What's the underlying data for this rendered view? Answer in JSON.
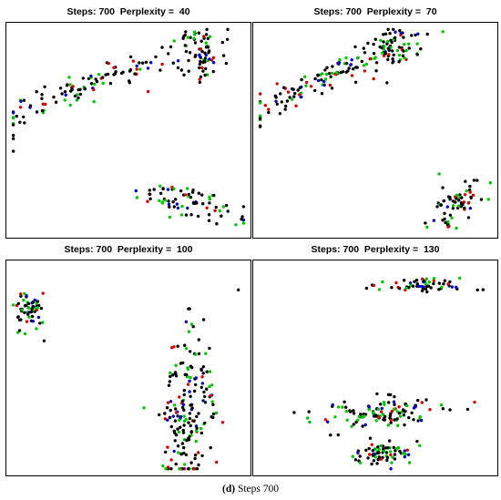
{
  "chart_data": [
    {
      "type": "scatter",
      "title": "Steps: 700  Perplexity =  40",
      "xlim": [
        0,
        100
      ],
      "ylim": [
        0,
        100
      ],
      "grid": false,
      "colors": {
        "black": "#000000",
        "green": "#00c800",
        "blue": "#0000cc",
        "red": "#dd0000"
      },
      "clusters": [
        {
          "cx": 30,
          "cy": 70,
          "sx": 22,
          "sy": 4,
          "n": 110,
          "tilt": 0.45
        },
        {
          "cx": 80,
          "cy": 87,
          "sx": 5,
          "sy": 6,
          "n": 70,
          "tilt": 0
        },
        {
          "cx": 76,
          "cy": 15,
          "sx": 11,
          "sy": 4,
          "n": 75,
          "tilt": -0.2
        }
      ]
    },
    {
      "type": "scatter",
      "title": "Steps: 700  Perplexity =  70",
      "xlim": [
        0,
        100
      ],
      "ylim": [
        0,
        100
      ],
      "grid": false,
      "colors": {
        "black": "#000000",
        "green": "#00c800",
        "blue": "#0000cc",
        "red": "#dd0000"
      },
      "clusters": [
        {
          "cx": 30,
          "cy": 76,
          "sx": 20,
          "sy": 4,
          "n": 120,
          "tilt": 0.45
        },
        {
          "cx": 57,
          "cy": 90,
          "sx": 5,
          "sy": 4,
          "n": 65,
          "tilt": 0
        },
        {
          "cx": 84,
          "cy": 13,
          "sx": 6,
          "sy": 6,
          "n": 70,
          "tilt": 0.6
        }
      ]
    },
    {
      "type": "scatter",
      "title": "Steps: 700  Perplexity =  100",
      "xlim": [
        0,
        100
      ],
      "ylim": [
        0,
        100
      ],
      "grid": false,
      "colors": {
        "black": "#000000",
        "green": "#00c800",
        "blue": "#0000cc",
        "red": "#dd0000"
      },
      "clusters": [
        {
          "cx": 8,
          "cy": 79,
          "sx": 3,
          "sy": 6,
          "n": 60,
          "tilt": 0
        },
        {
          "cx": 76,
          "cy": 28,
          "sx": 6,
          "sy": 20,
          "n": 190,
          "tilt": 0.9
        }
      ]
    },
    {
      "type": "scatter",
      "title": "Steps: 700  Perplexity =  130",
      "xlim": [
        0,
        100
      ],
      "ylim": [
        0,
        100
      ],
      "grid": false,
      "colors": {
        "black": "#000000",
        "green": "#00c800",
        "blue": "#0000cc",
        "red": "#dd0000"
      },
      "clusters": [
        {
          "cx": 70,
          "cy": 90,
          "sx": 10,
          "sy": 1.5,
          "n": 60,
          "tilt": 0
        },
        {
          "cx": 55,
          "cy": 28,
          "sx": 14,
          "sy": 4,
          "n": 120,
          "tilt": 0.1
        },
        {
          "cx": 55,
          "cy": 8,
          "sx": 7,
          "sy": 3,
          "n": 70,
          "tilt": 0
        }
      ]
    }
  ],
  "caption": {
    "label": "(d)",
    "text": " Steps 700"
  }
}
